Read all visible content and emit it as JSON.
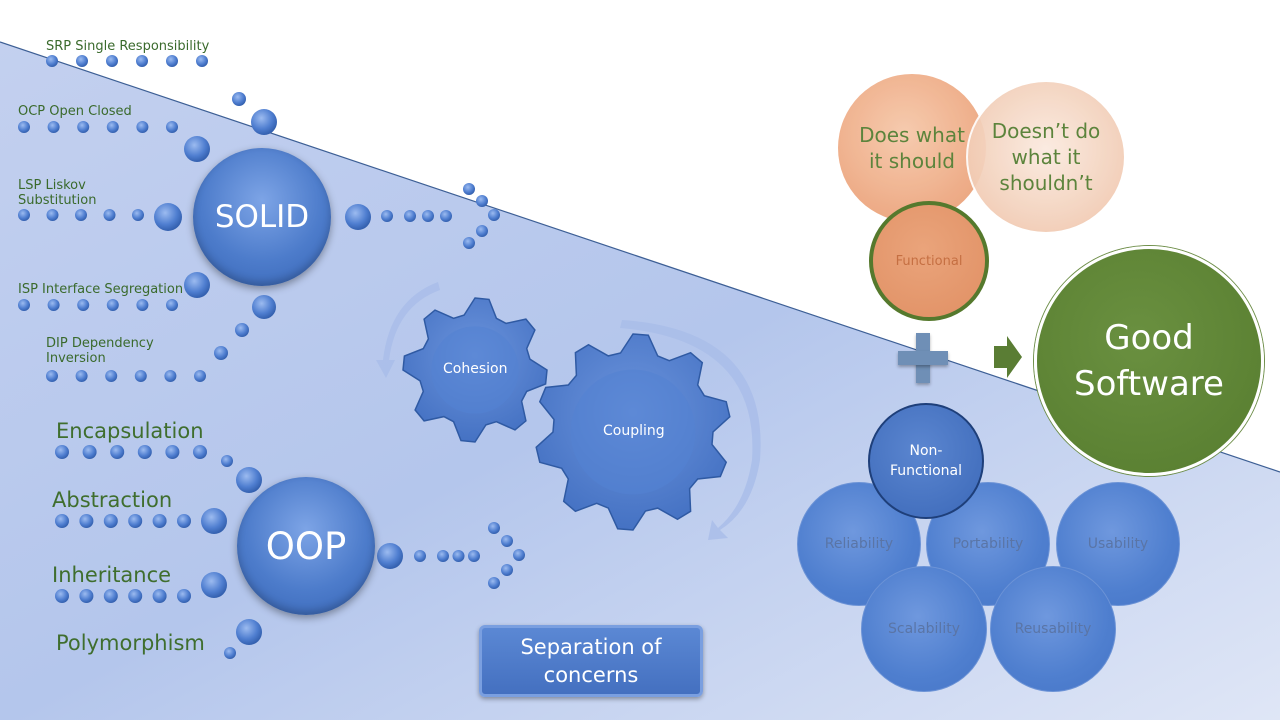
{
  "solid": {
    "hub": "SOLID",
    "principles": [
      "SRP Single Responsibility",
      "OCP Open Closed",
      "LSP Liskov Substitution",
      "ISP Interface Segregation",
      "DIP Dependency Inversion"
    ]
  },
  "oop": {
    "hub": "OOP",
    "principles": [
      "Encapsulation",
      "Abstraction",
      "Inheritance",
      "Polymorphism"
    ]
  },
  "gears": {
    "cohesion": "Cohesion",
    "coupling": "Coupling"
  },
  "separation": "Separation of concerns",
  "functional": {
    "does": "Does what it should",
    "doesnt": "Doesn’t do what it shouldn’t",
    "label": "Functional"
  },
  "non_functional": {
    "label": "Non-Functional",
    "qualities": [
      "Reliability",
      "Portability",
      "Usability",
      "Scalability",
      "Reusability"
    ]
  },
  "result": "Good Software",
  "colors": {
    "blue": "#4d7ccb",
    "green": "#5a7d34",
    "orange": "#e8a37c",
    "label_green": "#3f6e2e"
  }
}
